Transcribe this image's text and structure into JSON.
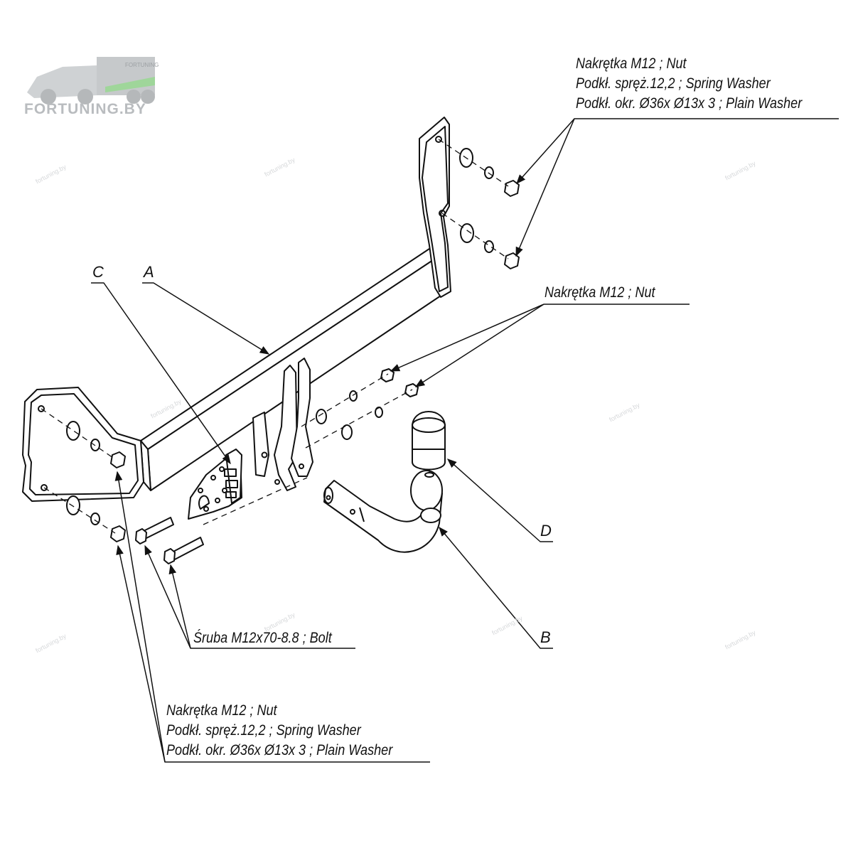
{
  "logo": {
    "text": "FORTUNING.BY",
    "trailer_text": "FORTUNING"
  },
  "watermark_text": "fortuning.by",
  "letters": {
    "a": "A",
    "b": "B",
    "c": "C",
    "d": "D"
  },
  "callouts": {
    "top_right": [
      "Nakrętka  M12 ; Nut",
      "Podkł. spręż.12,2 ; Spring Washer",
      "Podkł. okr.  Ø36x Ø13x 3 ; Plain Washer"
    ],
    "mid_right": [
      "Nakrętka  M12 ; Nut"
    ],
    "bolt": [
      "Śruba M12x70-8.8 ;  Bolt"
    ],
    "bottom_left": [
      "Nakrętka  M12 ; Nut",
      "Podkł. spręż.12,2 ; Spring Washer",
      "Podkł. okr.  Ø36x Ø13x 3 ; Plain Washer"
    ]
  }
}
